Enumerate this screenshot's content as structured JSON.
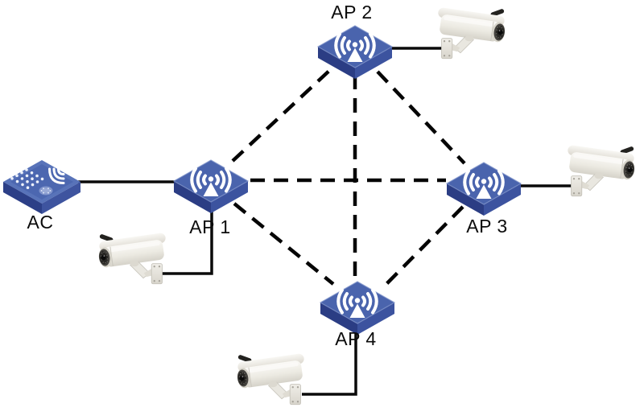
{
  "nodes": {
    "ac": {
      "label": "AC",
      "type": "access-controller"
    },
    "ap1": {
      "label": "AP 1",
      "type": "wireless-access-point"
    },
    "ap2": {
      "label": "AP 2",
      "type": "wireless-access-point"
    },
    "ap3": {
      "label": "AP 3",
      "type": "wireless-access-point"
    },
    "ap4": {
      "label": "AP 4",
      "type": "wireless-access-point"
    }
  },
  "cameras": [
    {
      "id": "camera-ap1",
      "connected_to": "AP 1",
      "facing": "left"
    },
    {
      "id": "camera-ap2",
      "connected_to": "AP 2",
      "facing": "right"
    },
    {
      "id": "camera-ap3",
      "connected_to": "AP 3",
      "facing": "right"
    },
    {
      "id": "camera-ap4",
      "connected_to": "AP 4",
      "facing": "left"
    }
  ],
  "links": {
    "wired_solid": [
      {
        "from": "AC",
        "to": "AP 1"
      },
      {
        "from": "AP 1",
        "to": "camera-ap1"
      },
      {
        "from": "AP 2",
        "to": "camera-ap2"
      },
      {
        "from": "AP 3",
        "to": "camera-ap3"
      },
      {
        "from": "AP 4",
        "to": "camera-ap4"
      }
    ],
    "wireless_dashed": [
      {
        "from": "AP 1",
        "to": "AP 2"
      },
      {
        "from": "AP 2",
        "to": "AP 3"
      },
      {
        "from": "AP 3",
        "to": "AP 4"
      },
      {
        "from": "AP 1",
        "to": "AP 4"
      },
      {
        "from": "AP 1",
        "to": "AP 3"
      },
      {
        "from": "AP 2",
        "to": "AP 4"
      }
    ]
  },
  "icons": {
    "ac": "access-controller-icon",
    "ap": "wifi-antenna-icon",
    "camera": "cctv-bullet-camera-icon"
  },
  "colors": {
    "background": "#ffffff",
    "device_top_blue": "#4a64ad",
    "device_side_dark": "#2b3d84",
    "device_side_light": "#3c539f",
    "ac_top_blue": "#5873b9",
    "line_black": "#0a0a0a",
    "label_text": "#0b0b0b",
    "camera_body": "#efede6"
  }
}
